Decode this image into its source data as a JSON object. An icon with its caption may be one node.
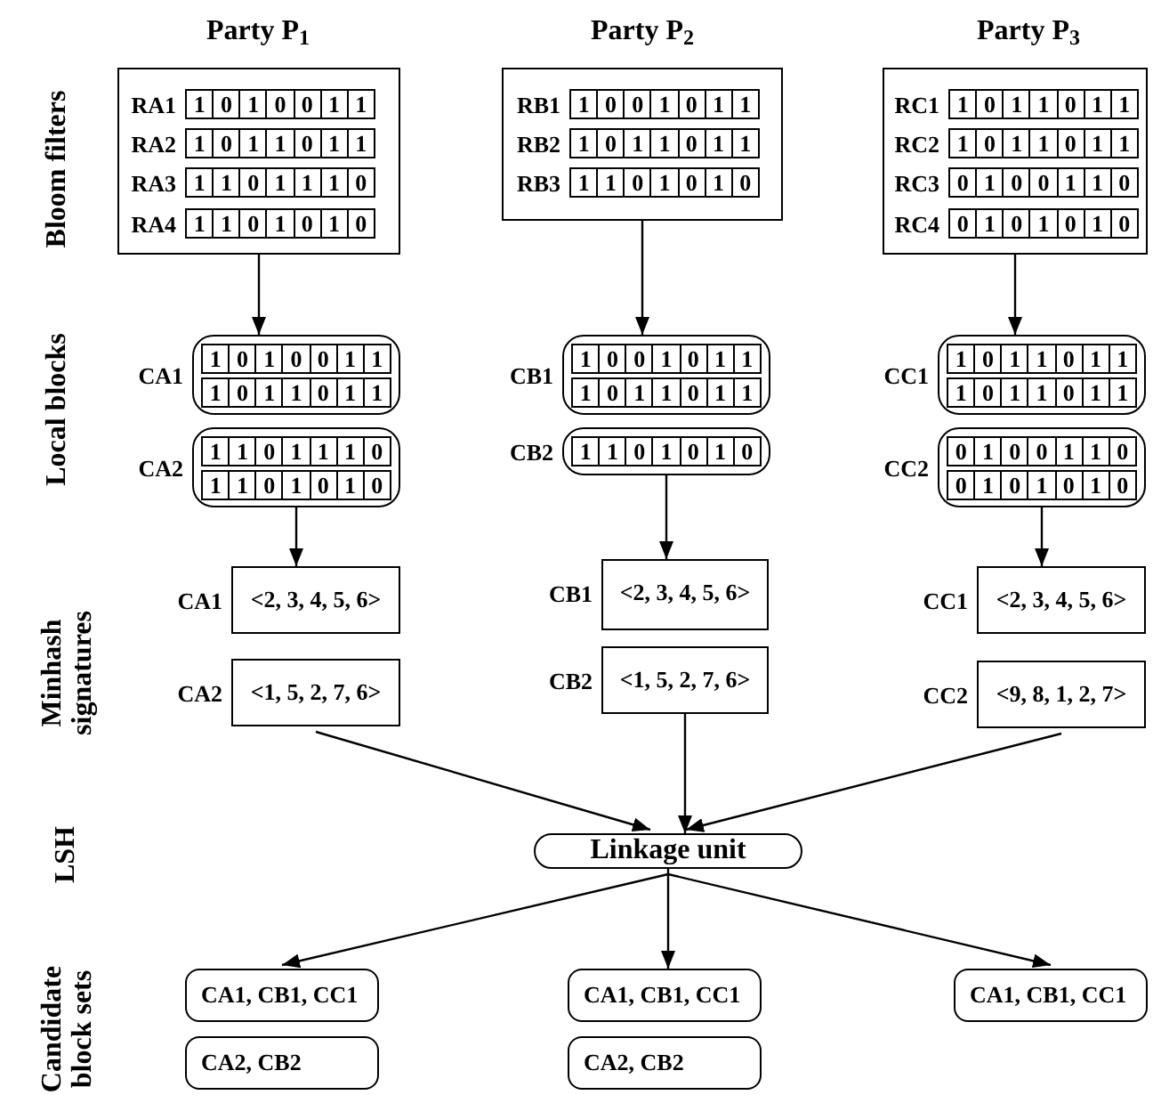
{
  "diagram": {
    "nodes": [
      {
        "text": [],
        "shape": "box"
      },
      {
        "text": [
          "1 0 1 0 0 1 1"
        ],
        "in": 0,
        "beside": [
          "RA1"
        ]
      },
      {
        "text": [
          "1 0 1 1 0 1 1"
        ],
        "in": 0,
        "beside": [
          "RA2"
        ]
      },
      {
        "text": [
          "1 1 0 1 1 1 0"
        ],
        "in": 0,
        "beside": [
          "RA3"
        ]
      },
      {
        "text": [
          "1 1 0 1 0 1 0"
        ],
        "in": 0,
        "beside": [
          "RA4"
        ]
      },
      {
        "text": [],
        "shape": "box"
      },
      {
        "text": [
          "1 0 0 1 0 1 1"
        ],
        "in": 5,
        "beside": [
          "RB1"
        ]
      },
      {
        "text": [
          "1 0 1 1 0 1 1"
        ],
        "in": 5,
        "beside": [
          "RB2"
        ]
      },
      {
        "text": [
          "1 1 0 1 0 1 0"
        ],
        "in": 5,
        "beside": [
          "RB3"
        ]
      },
      {
        "text": [],
        "shape": "box"
      },
      {
        "text": [
          "1 0 1 1 0 1 1"
        ],
        "in": 9,
        "beside": [
          "RC1"
        ]
      },
      {
        "text": [
          "1 0 1 1 0 1 1"
        ],
        "in": 9,
        "beside": [
          "RC2"
        ]
      },
      {
        "text": [
          "0 1 0 0 1 1 0"
        ],
        "in": 9,
        "beside": [
          "RC3"
        ]
      },
      {
        "text": [
          "0 1 0 1 0 1 0"
        ],
        "in": 9,
        "beside": [
          "RC4"
        ]
      },
      {
        "text": [],
        "shape": "box",
        "beside": [
          "CA1"
        ]
      },
      {
        "text": [
          "1 0 1 0 0 1 1"
        ],
        "in": 14
      },
      {
        "text": [
          "1 0 1 1 0 1 1"
        ],
        "in": 14
      },
      {
        "text": [],
        "shape": "box",
        "beside": [
          "CA2"
        ]
      },
      {
        "text": [
          "1 1 0 1 1 1 0"
        ],
        "in": 17
      },
      {
        "text": [
          "1 1 0 1 0 1 0"
        ],
        "in": 17
      },
      {
        "text": [],
        "shape": "box",
        "beside": [
          "CB1"
        ]
      },
      {
        "text": [
          "1 0 0 1 0 1 1"
        ],
        "in": 20
      },
      {
        "text": [
          "1 0 1 1 0 1 1"
        ],
        "in": 20
      },
      {
        "text": [],
        "shape": "box",
        "beside": [
          "CB2"
        ]
      },
      {
        "text": [
          "1 1 0 1 0 1 0"
        ],
        "in": 23
      },
      {
        "text": [],
        "shape": "box",
        "beside": [
          "CC1"
        ]
      },
      {
        "text": [
          "1 0 1 1 0 1 1"
        ],
        "in": 25
      },
      {
        "text": [
          "1 0 1 1 0 1 1"
        ],
        "in": 25
      },
      {
        "text": [],
        "shape": "box",
        "beside": [
          "CC2"
        ]
      },
      {
        "text": [
          "0 1 0 0 1 1 0"
        ],
        "in": 28
      },
      {
        "text": [
          "0 1 0 1 0 1 0"
        ],
        "in": 28
      },
      {
        "text": [
          "<2, 3, 4, 5, 6>"
        ],
        "beside": [
          "CA1"
        ]
      },
      {
        "text": [
          "<1, 5, 2, 7, 6>"
        ],
        "beside": [
          "CA2"
        ]
      },
      {
        "text": [
          "<2, 3, 4, 5, 6>"
        ],
        "beside": [
          "CB1"
        ]
      },
      {
        "text": [
          "<1, 5, 2, 7, 6>"
        ],
        "beside": [
          "CB2"
        ]
      },
      {
        "text": [
          "<2, 3, 4, 5, 6>"
        ],
        "beside": [
          "CC1"
        ]
      },
      {
        "text": [
          "<9, 8, 1, 2, 7>"
        ],
        "beside": [
          "CC2"
        ]
      },
      {
        "text": [
          "Linkage unit"
        ]
      },
      {
        "text": [
          "CA1, CB1, CC1"
        ]
      },
      {
        "text": [
          "CA2, CB2"
        ]
      },
      {
        "text": [
          "CA1, CB1, CC1"
        ]
      },
      {
        "text": [
          "CA2, CB2"
        ]
      },
      {
        "text": [
          "CA1, CB1, CC1"
        ]
      }
    ],
    "edges": [
      {
        "from": 0,
        "to": 14,
        "arrow": "to"
      },
      {
        "from": 5,
        "to": 20,
        "arrow": "to"
      },
      {
        "from": 9,
        "to": 25,
        "arrow": "to"
      },
      {
        "from": 17,
        "to": 31,
        "arrow": "to"
      },
      {
        "from": 23,
        "to": 33,
        "arrow": "to"
      },
      {
        "from": 28,
        "to": 35,
        "arrow": "to"
      },
      {
        "from": 32,
        "to": 37,
        "arrow": "to"
      },
      {
        "from": 34,
        "to": 37,
        "arrow": "to"
      },
      {
        "from": 36,
        "to": 37,
        "arrow": "to"
      },
      {
        "from": 37,
        "to": 38,
        "arrow": "to"
      },
      {
        "from": 37,
        "to": 40,
        "arrow": "to"
      },
      {
        "from": 37,
        "to": 42,
        "arrow": "to"
      }
    ],
    "labels": [
      "Party P$_{1}$",
      "Party P$_{2}$",
      "Party P$_{3}$",
      "Bloom filters",
      "Local blocks",
      "Minhash signatures",
      "LSH",
      "Candidate block sets"
    ]
  }
}
